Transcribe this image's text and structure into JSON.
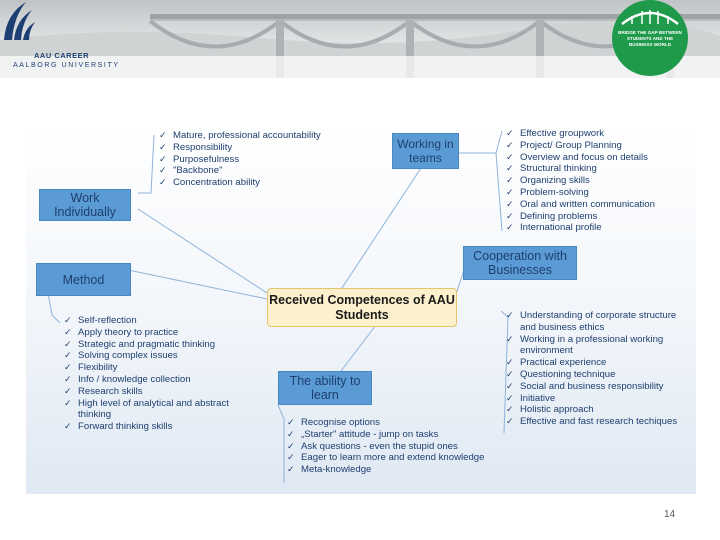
{
  "header": {
    "logo_line1": "AAU CAREER",
    "logo_line2": "AALBORG UNIVERSITY",
    "badge_text": "BRIDGE THE GAP BETWEEN STUDENTS AND THE BUSINESS WORLD"
  },
  "diagram": {
    "center": "Received Competences of AAU Students",
    "nodes": {
      "work_individually": "Work Individually",
      "method": "Method",
      "working_in_teams": "Working in teams",
      "cooperation": "Cooperation with Businesses",
      "ability_to_learn": "The ability to learn"
    },
    "lists": {
      "work_individually": [
        "Mature, professional accountability",
        "Responsibility",
        "Purposefulness",
        "\"Backbone\"",
        "Concentration ability"
      ],
      "working_in_teams": [
        "Effective groupwork",
        "Project/ Group Planning",
        "Overview and focus on details",
        "Structural thinking",
        "Organizing skills",
        "Problem-solving",
        "Oral and written communication",
        "Defining problems",
        "International profile"
      ],
      "method": [
        "Self-reflection",
        "Apply theory to practice",
        "Strategic and pragmatic thinking",
        "Solving complex issues",
        "Flexibility",
        "Info / knowledge collection",
        "Research skills",
        "High level of analytical and abstract thinking",
        "Forward thinking skills"
      ],
      "cooperation": [
        "Understanding of corporate structure and business ethics",
        "Working in a professional working environment",
        "Practical experience",
        "Questioning technique",
        "Social and business responsibility",
        "Initiative",
        "Holistic approach",
        "Effective and fast research techiques"
      ],
      "ability_to_learn": [
        "Recognise options",
        "„Starter\" attitude - jump on tasks",
        "Ask questions - even the stupid ones",
        "Eager to learn more and extend knowledge",
        "Meta-knowledge"
      ]
    },
    "check_glyph": "✓"
  },
  "page_number": "14",
  "colors": {
    "node_fill": "#5b9bd5",
    "center_fill": "#fdf0cc",
    "badge": "#1e9a4a",
    "text": "#1e3f6e"
  }
}
